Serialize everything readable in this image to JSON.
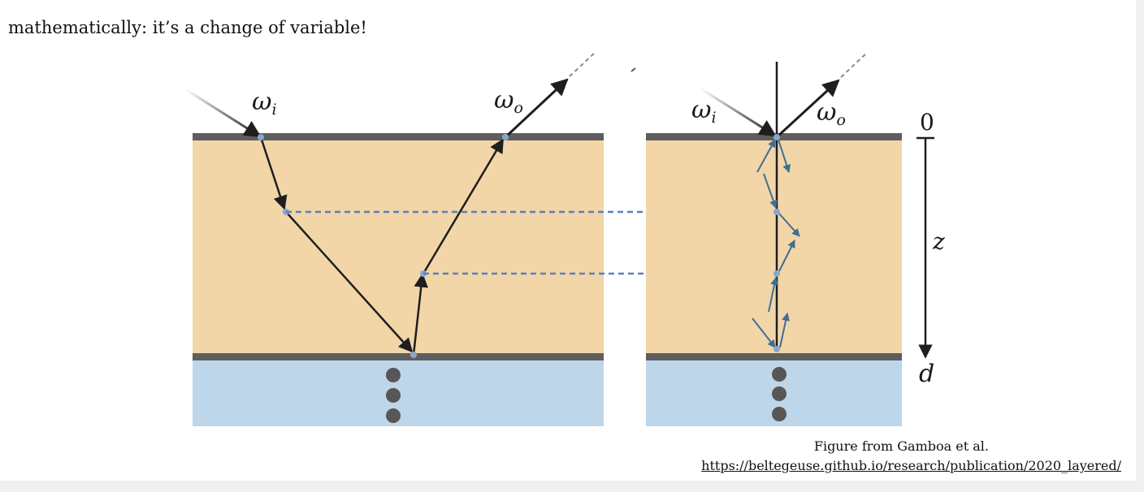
{
  "intro_text": "mathematically: it’s a change of variable!",
  "figure": {
    "labels": {
      "left_omega_i": "ω",
      "left_omega_i_sub": "i",
      "left_omega_o": "ω",
      "left_omega_o_sub": "o",
      "right_omega_i": "ω",
      "right_omega_i_sub": "i",
      "right_omega_o": "ω",
      "right_omega_o_sub": "o",
      "depth_top": "0",
      "depth_var": "z",
      "depth_bottom": "d"
    },
    "colors": {
      "layer_fill": "#f2d6a8",
      "substrate_fill": "#bed6ea",
      "interface": "#5e5e5e",
      "path_arrow": "#1e1e1e",
      "dashed_link": "#5a7fbf",
      "scatter_arrow": "#3e6f93",
      "vertex": "#8aa6cf",
      "dots": "#575757"
    }
  },
  "caption": {
    "credit": "Figure from Gamboa et al.",
    "url": "https://beltegeuse.github.io/research/publication/2020_layered/"
  }
}
